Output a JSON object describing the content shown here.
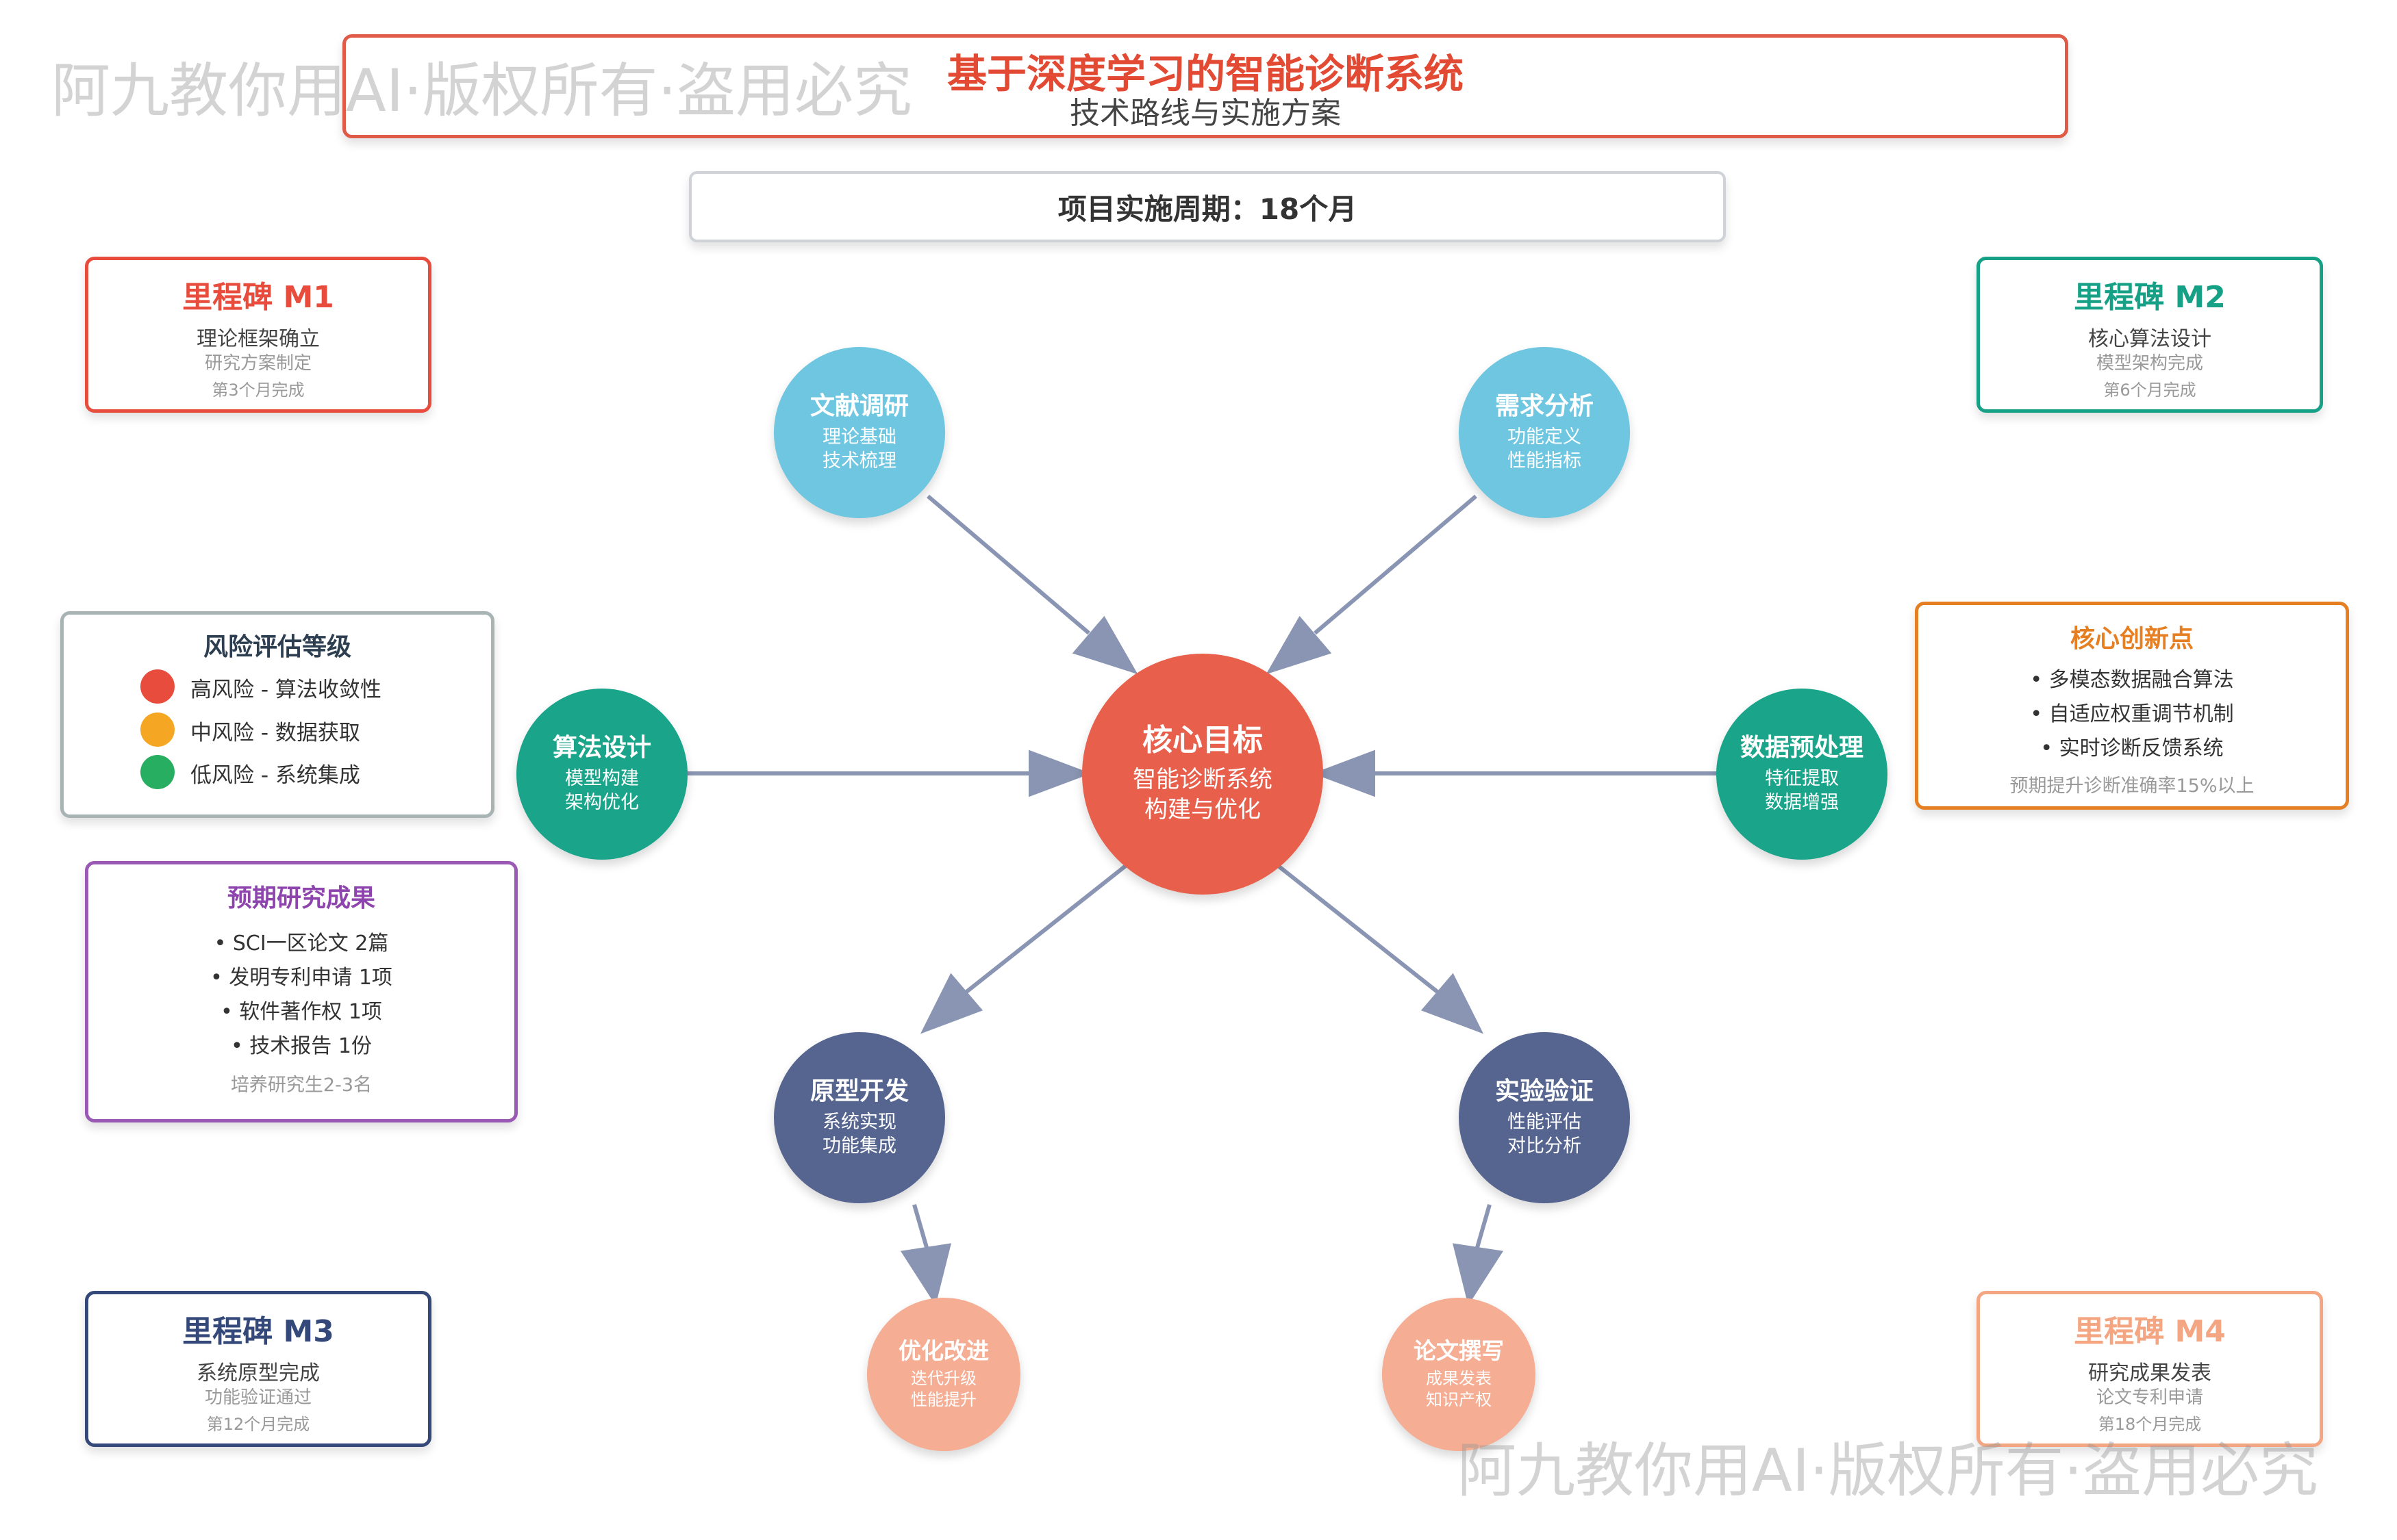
{
  "header": {
    "title": "基于深度学习的智能诊断系统",
    "subtitle": "技术路线与实施方案"
  },
  "period": "项目实施周期：18个月",
  "milestones": [
    {
      "title": "里程碑 M1",
      "line1": "理论框架确立",
      "line2": "研究方案制定",
      "line3": "第3个月完成",
      "color": "#e74c3c"
    },
    {
      "title": "里程碑 M2",
      "line1": "核心算法设计",
      "line2": "模型架构完成",
      "line3": "第6个月完成",
      "color": "#16a085"
    },
    {
      "title": "里程碑 M3",
      "line1": "系统原型完成",
      "line2": "功能验证通过",
      "line3": "第12个月完成",
      "color": "#34497a"
    },
    {
      "title": "里程碑 M4",
      "line1": "研究成果发表",
      "line2": "论文专利申请",
      "line3": "第18个月完成",
      "color": "#f4a582"
    }
  ],
  "risk": {
    "title": "风险评估等级",
    "items": [
      {
        "label": "高风险 - 算法收敛性",
        "color": "#e74c3c"
      },
      {
        "label": "中风险 - 数据获取",
        "color": "#f5a623"
      },
      {
        "label": "低风险 - 系统集成",
        "color": "#27ae60"
      }
    ]
  },
  "results": {
    "title": "预期研究成果",
    "items": [
      "• SCI一区论文 2篇",
      "• 发明专利申请 1项",
      "• 软件著作权 1项",
      "• 技术报告 1份"
    ],
    "footer": "培养研究生2-3名"
  },
  "innovation": {
    "title": "核心创新点",
    "items": [
      "• 多模态数据融合算法",
      "• 自适应权重调节机制",
      "• 实时诊断反馈系统"
    ],
    "footer": "预期提升诊断准确率15%以上"
  },
  "nodes": {
    "core": {
      "title": "核心目标",
      "l1": "智能诊断系统",
      "l2": "构建与优化",
      "color": "#e8604c"
    },
    "lit": {
      "title": "文献调研",
      "l1": "理论基础",
      "l2": "技术梳理",
      "color": "#6ec6e0"
    },
    "req": {
      "title": "需求分析",
      "l1": "功能定义",
      "l2": "性能指标",
      "color": "#6ec6e0"
    },
    "algo": {
      "title": "算法设计",
      "l1": "模型构建",
      "l2": "架构优化",
      "color": "#1aa58b"
    },
    "prep": {
      "title": "数据预处理",
      "l1": "特征提取",
      "l2": "数据增强",
      "color": "#1aa58b"
    },
    "proto": {
      "title": "原型开发",
      "l1": "系统实现",
      "l2": "功能集成",
      "color": "#56658f"
    },
    "exp": {
      "title": "实验验证",
      "l1": "性能评估",
      "l2": "对比分析",
      "color": "#56658f"
    },
    "optim": {
      "title": "优化改进",
      "l1": "迭代升级",
      "l2": "性能提升",
      "color": "#f5ad93"
    },
    "paper": {
      "title": "论文撰写",
      "l1": "成果发表",
      "l2": "知识产权",
      "color": "#f5ad93"
    }
  },
  "watermark": "阿九教你用AI·版权所有·盗用必究",
  "arrow_color": "#8995b2"
}
